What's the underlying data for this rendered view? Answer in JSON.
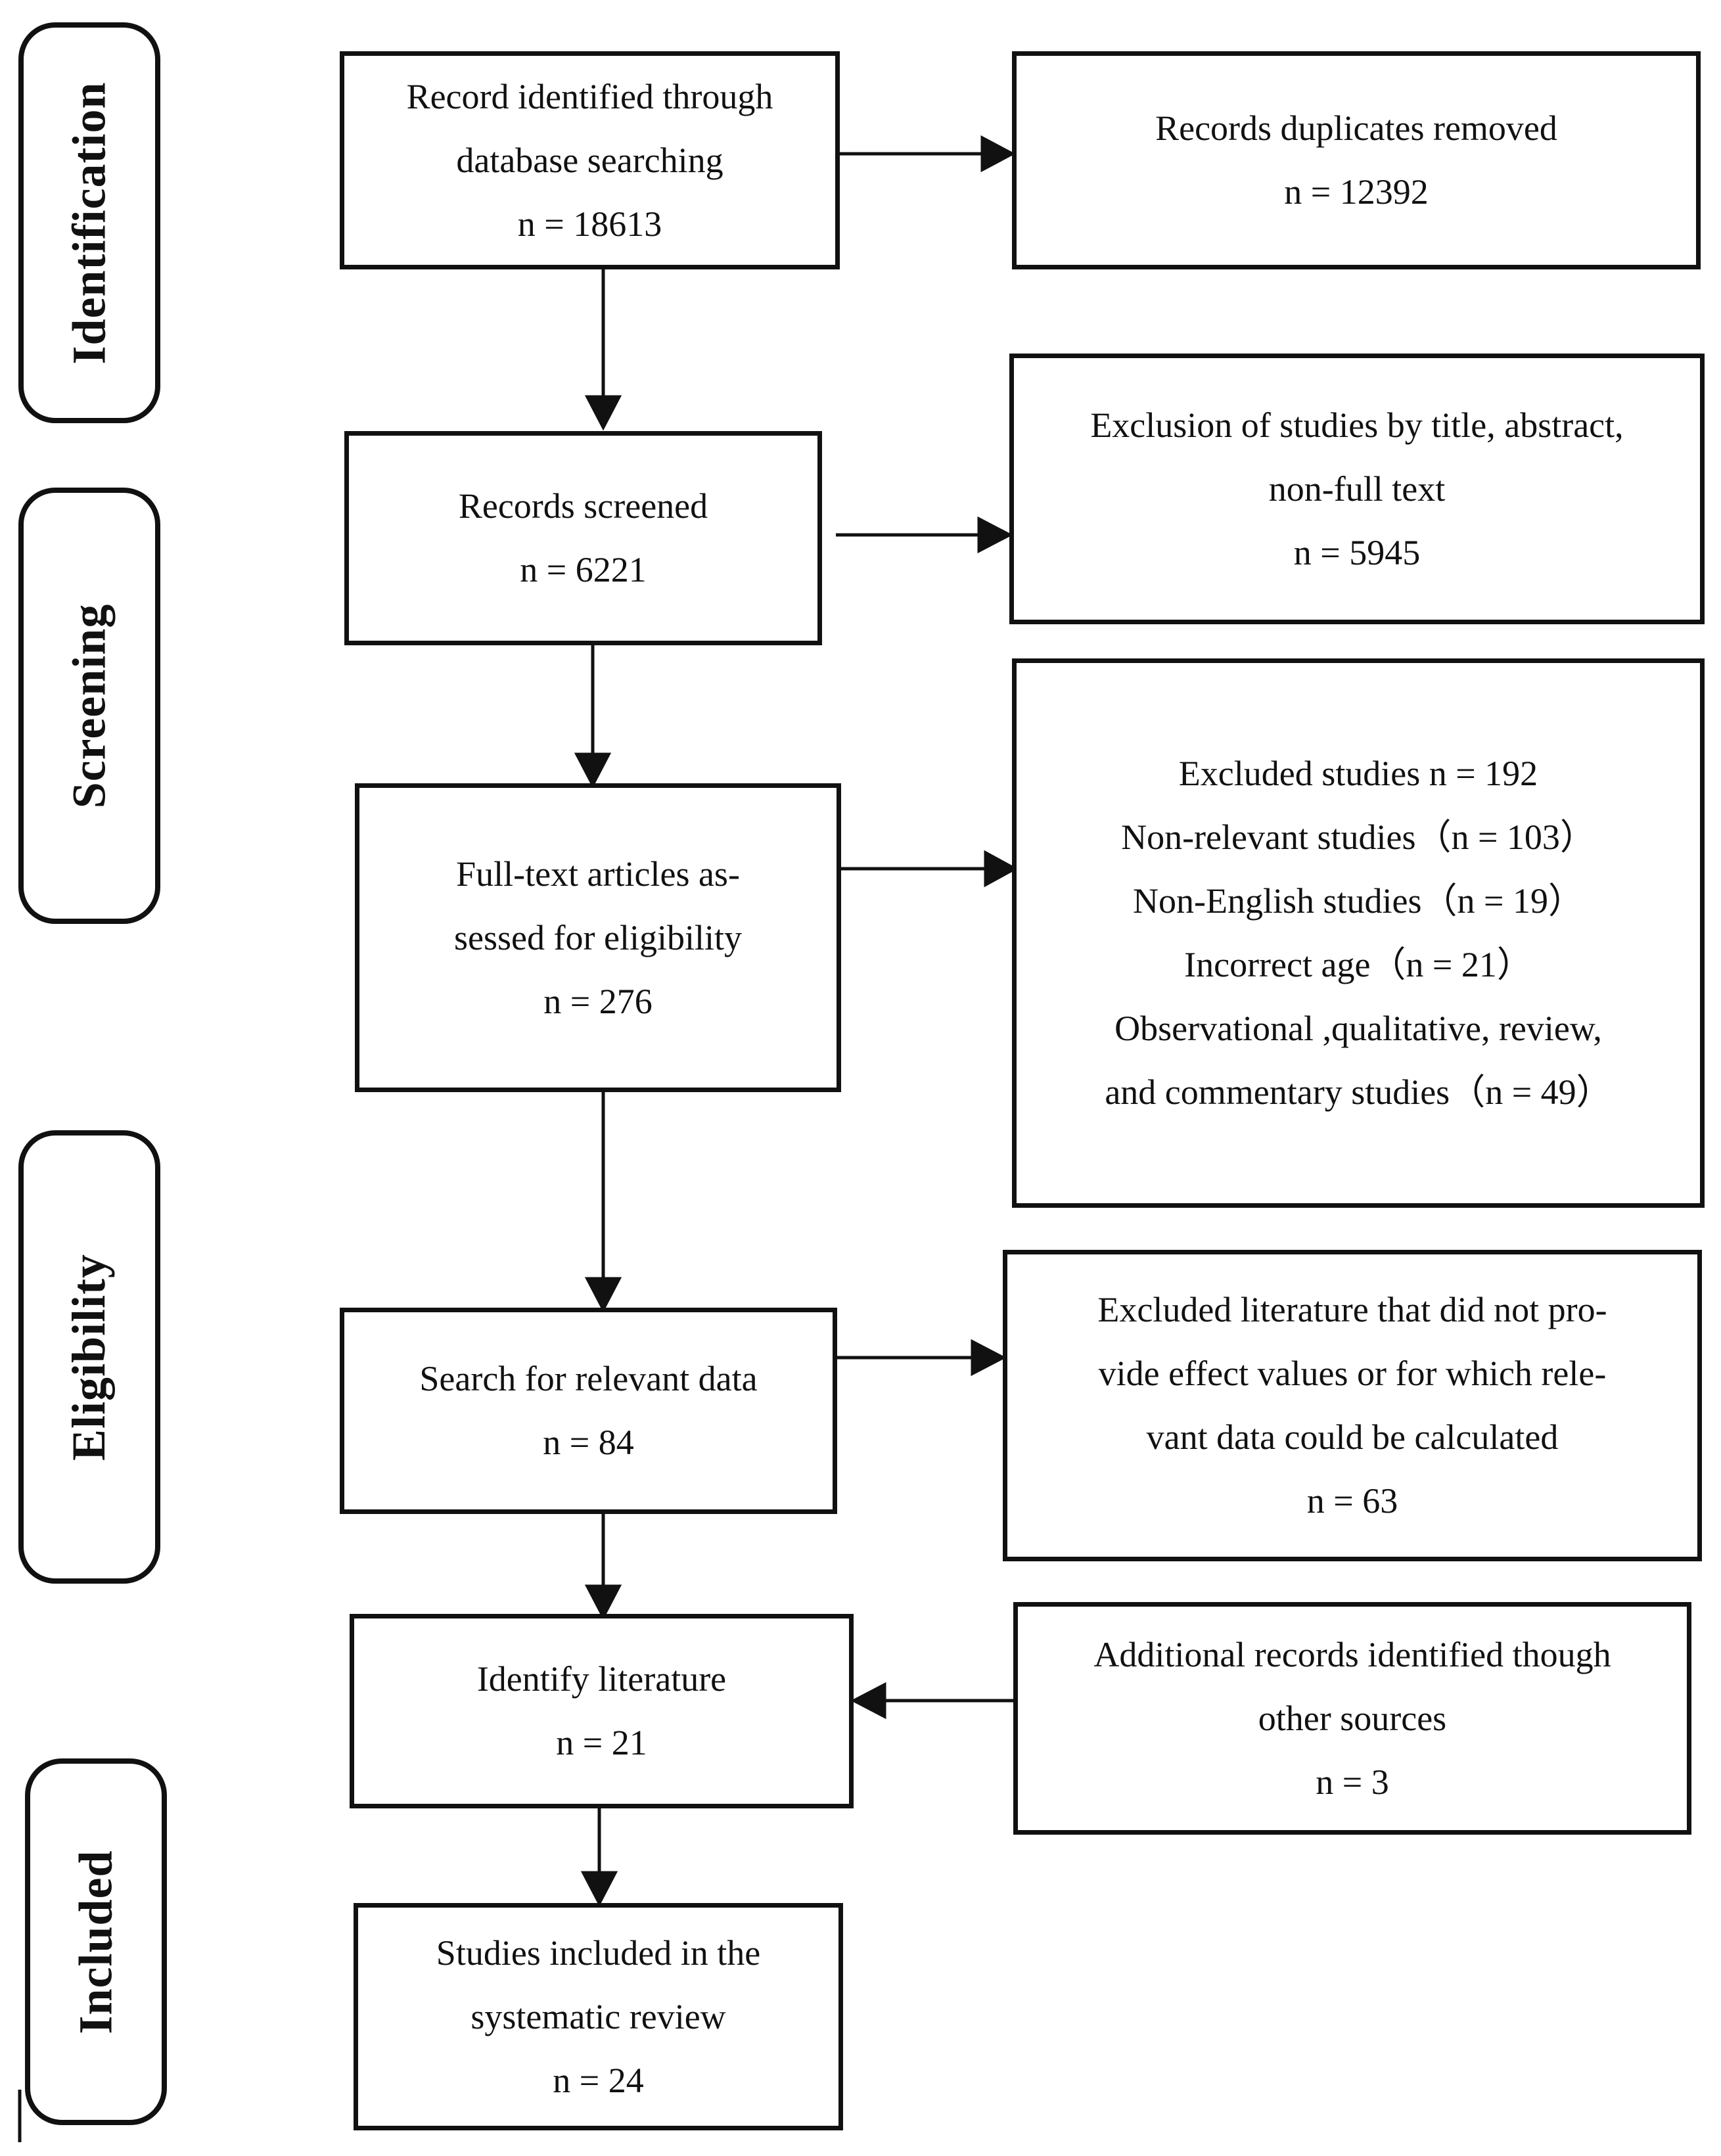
{
  "stages": [
    {
      "id": "identification",
      "label": "Identification"
    },
    {
      "id": "screening",
      "label": "Screening"
    },
    {
      "id": "eligibility",
      "label": "Eligibility"
    },
    {
      "id": "included",
      "label": "Included"
    }
  ],
  "boxes": {
    "identified": {
      "lines": [
        "Record identified through",
        "database searching",
        "n = 18613"
      ]
    },
    "duplicates": {
      "lines": [
        "Records duplicates removed",
        "n = 12392"
      ]
    },
    "screened": {
      "lines": [
        "Records screened",
        "n = 6221"
      ]
    },
    "excluded_title": {
      "lines": [
        "Exclusion of studies by title, abstract,",
        "non-full text",
        "n = 5945"
      ]
    },
    "fulltext": {
      "lines": [
        "Full-text articles as-",
        "sessed for eligibility",
        "n = 276"
      ]
    },
    "excluded_studies": {
      "lines": [
        "Excluded studies n = 192",
        "Non-relevant studies（n = 103）",
        "Non-English studies（n = 19）",
        "Incorrect age（n = 21）",
        "Observational ,qualitative, review,",
        "and commentary studies（n = 49）"
      ]
    },
    "relevant_data": {
      "lines": [
        "Search for relevant data",
        "n = 84"
      ]
    },
    "excluded_literature": {
      "lines": [
        "Excluded literature that did not pro-",
        "vide effect values or for which rele-",
        "vant data could be calculated",
        "n = 63"
      ]
    },
    "identify_literature": {
      "lines": [
        "Identify literature",
        "n = 21"
      ]
    },
    "additional": {
      "lines": [
        "Additional records identified though",
        "other sources",
        "n = 3"
      ]
    },
    "included": {
      "lines": [
        "Studies included in the",
        "systematic review",
        "n = 24"
      ]
    }
  }
}
